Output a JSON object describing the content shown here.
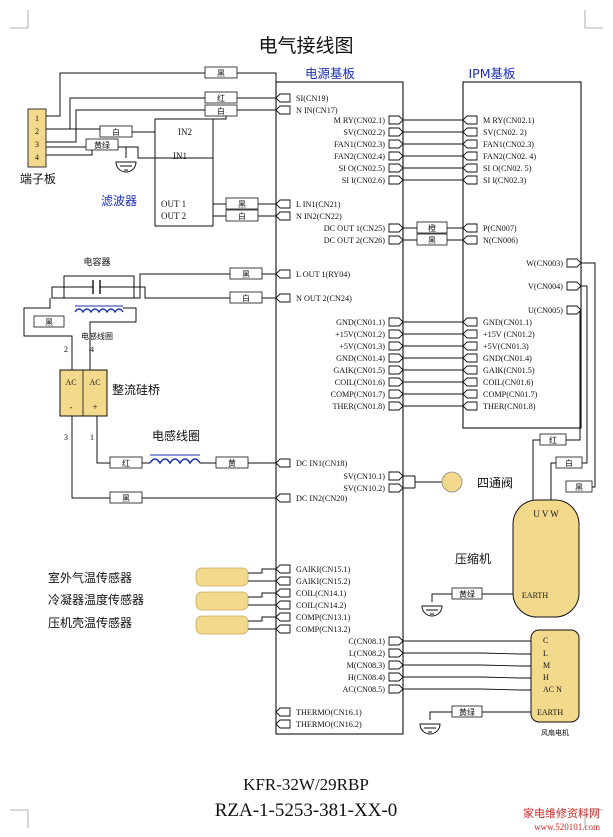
{
  "title": "电气接线图",
  "main_board_label": "电源基板",
  "ipm_board_label": "IPM基板",
  "terminal_label": "端子板",
  "terminal_pins": [
    "1",
    "2",
    "3",
    "4"
  ],
  "filter_label": "滤波器",
  "filter_pins": {
    "in2": "IN2",
    "in1": "IN1",
    "out1": "OUT 1",
    "out2": "OUT 2"
  },
  "capacitor_label": "电容器",
  "inductor_coil_small_label": "电感线圈",
  "rectifier_label": "整流硅桥",
  "rectifier_pins": [
    "AC",
    "AC",
    "-",
    "+"
  ],
  "rectifier_pin_numbers": [
    "2",
    "4",
    "3",
    "1"
  ],
  "inductor_coil_label": "电感线圈",
  "four_way_valve_label": "四通阀",
  "compressor_label": "压缩机",
  "compressor_pins": "U V W",
  "compressor_earth": "EARTH",
  "fan_motor_label": "风扇电机",
  "fan_motor_pins": [
    "C",
    "L",
    "M",
    "H",
    "AC N"
  ],
  "fan_motor_earth": "EARTH",
  "sensors": [
    "室外气温传感器",
    "冷凝器温度传感器",
    "压机壳温传感器"
  ],
  "main_left_connectors": {
    "top": [
      "SI(CN19)",
      "N IN(CN17)"
    ],
    "filter": [
      "L IN1(CN21)",
      "N IN2(CN22)"
    ],
    "out": [
      "L OUT 1(RY04)",
      "N OUT 2(CN24)"
    ],
    "dc_in": [
      "DC IN1(CN18)"
    ],
    "dc_in2": [
      "DC IN2(CN20)"
    ],
    "sensor": [
      "GAIKI(CN15.1)",
      "GAIKI(CN15.2)",
      "COIL(CN14.1)",
      "COIL(CN14.2)",
      "COMP(CN13.1)",
      "COMP(CN13.2)"
    ],
    "thermo": [
      "THERMO(CN16.1)",
      "THERMO(CN16.2)"
    ]
  },
  "main_right_connectors": {
    "signal": [
      "M RY(CN02.1)",
      "SV(CN02.2)",
      "FAN1(CN02.3)",
      "FAN2(CN02.4)",
      "SI O(CN02.5)",
      "SI I(CN02.6)"
    ],
    "dc_out": [
      "DC OUT 1(CN25)",
      "DC OUT 2(CN26)"
    ],
    "power": [
      "GND(CN01.1)",
      "+15V(CN01.2)",
      "+5V(CN01.3)",
      "GND(CN01.4)",
      "GAIK(CN01.5)",
      "COIL(CN01.6)",
      "COMP(CN01.7)",
      "THER(CN01.8)"
    ],
    "sv": [
      "SV(CN10.1)",
      "SV(CN10.2)"
    ],
    "fan": [
      "C(CN08.1)",
      "L(CN08.2)",
      "M(CN08.3)",
      "H(CN08.4)",
      "AC(CN08.5)"
    ]
  },
  "ipm_left_connectors": {
    "signal": [
      "M RY(CN02.1)",
      "SV(CN02. 2)",
      "FAN1(CN02.3)",
      "FAN2(CN02. 4)",
      "SI O(CN02. 5)",
      "SI I(CN02.3)"
    ],
    "pn": [
      "P(CN007)",
      "N(CN006)"
    ],
    "power": [
      "GND(CN01.1)",
      "+15V (CN01.2)",
      "+5V(CN01.3)",
      "GND(CN01.4)",
      "GAIK(CN01.5)",
      "COIL(CN01.6)",
      "COMP(CN01.7)",
      "THER(CN01.8)"
    ]
  },
  "ipm_right_connectors": [
    "W(CN003)",
    "V(CN004)",
    "U(CN005)"
  ],
  "wire_colors": {
    "black": "黑",
    "red": "红",
    "white": "白",
    "yellow_green": "黄绿",
    "orange": "橙",
    "yellow": "黄"
  },
  "model_line1": "KFR-32W/29RBP",
  "model_line2": "RZA-1-5253-381-XX-0",
  "watermark_line1": "家电维修资料网",
  "watermark_line2": "www.520101.com"
}
